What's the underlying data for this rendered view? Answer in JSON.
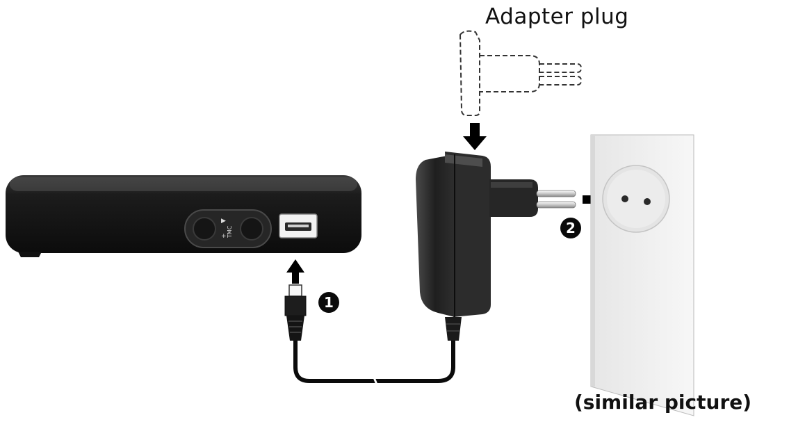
{
  "labels": {
    "adapter_plug": "Adapter plug",
    "caption": "(similar picture)"
  },
  "steps": [
    {
      "number": "1"
    },
    {
      "number": "2"
    }
  ],
  "device": {
    "port_text": "TMC"
  },
  "icons": {
    "arrow_up": "arrow-up-icon",
    "arrow_down": "arrow-down-icon",
    "arrow_right": "arrow-right-icon"
  },
  "colors": {
    "device_body": "#1a1a1a",
    "outline": "#111111",
    "wall_plate": "#f0f0f0",
    "socket": "#e2e2e2",
    "dashed": "#333333"
  }
}
